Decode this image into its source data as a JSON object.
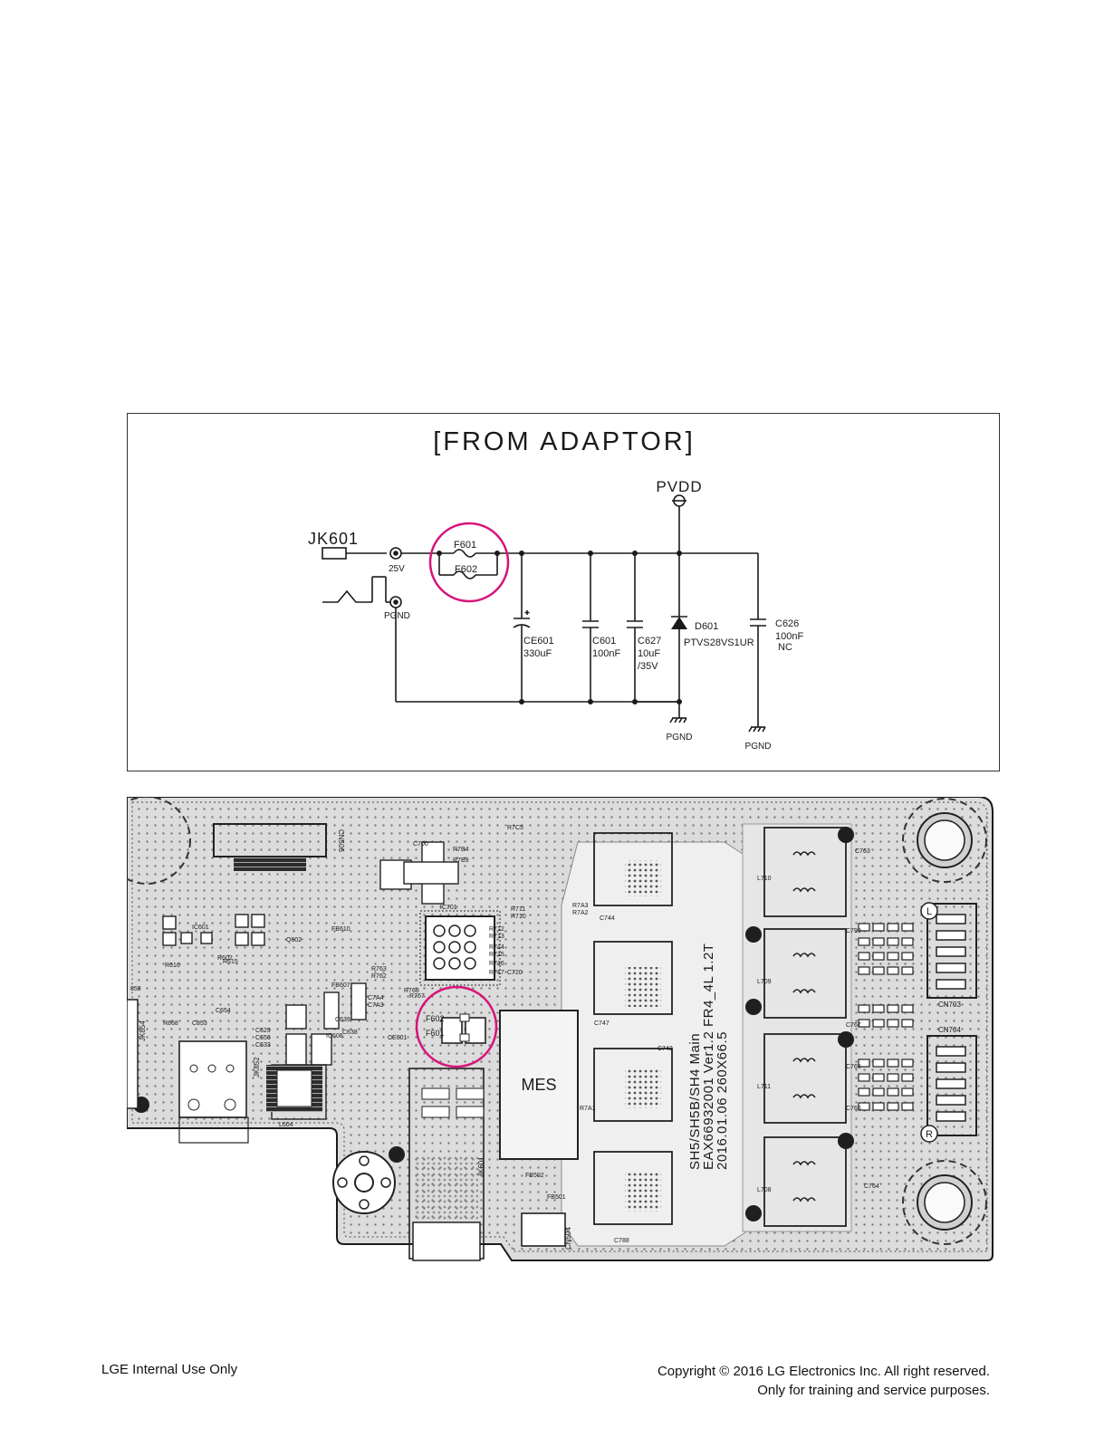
{
  "schematic": {
    "title": "[FROM ADAPTOR]",
    "power_rail": "PVDD",
    "jack": {
      "ref": "JK601",
      "pin_power": "25V",
      "pin_ground": "PGND"
    },
    "fuses": [
      "F601",
      "F602"
    ],
    "components": [
      {
        "ref": "CE601",
        "value": "330uF"
      },
      {
        "ref": "C601",
        "value": "100nF"
      },
      {
        "ref": "C627",
        "value": "10uF",
        "value2": "/35V"
      },
      {
        "ref": "D601",
        "value": "PTVS28VS1UR"
      },
      {
        "ref": "C626",
        "value": "100nF",
        "value2": "NC"
      }
    ],
    "ground_labels": [
      "PGND",
      "PGND"
    ],
    "highlight_color": "#d6147a"
  },
  "pcb": {
    "board_text": [
      "SH5/SH5B/SH4 Main",
      "EAX66932001 Ver1.2 FR4_4L 1.2T",
      "2016.01.06 260X66.5"
    ],
    "chip_label": "MES",
    "highlight_labels": [
      "F602",
      "F601"
    ],
    "connector_labels": [
      "CN703",
      "CN704",
      "CN504",
      "CN506",
      "JK601",
      "JK854",
      "JK852"
    ],
    "ref_labels": [
      {
        "t": "C700"
      },
      {
        "t": "IC701"
      },
      {
        "t": "IC601"
      },
      {
        "t": "IC608"
      },
      {
        "t": "C744"
      },
      {
        "t": "C747"
      },
      {
        "t": "C742"
      },
      {
        "t": "C788"
      },
      {
        "t": "L710"
      },
      {
        "t": "L709"
      },
      {
        "t": "L711"
      },
      {
        "t": "L708"
      },
      {
        "t": "C763"
      },
      {
        "t": "C764"
      },
      {
        "t": "C765"
      },
      {
        "t": "C766"
      },
      {
        "t": "C767"
      },
      {
        "t": "C799"
      },
      {
        "t": "R868"
      },
      {
        "t": "C853"
      },
      {
        "t": "L604"
      },
      {
        "t": "CE601"
      },
      {
        "t": "FB501"
      },
      {
        "t": "FB502"
      },
      {
        "t": "C638"
      },
      {
        "t": "C639"
      },
      {
        "t": "R602"
      },
      {
        "t": "Q602"
      },
      {
        "t": "R7C5"
      },
      {
        "t": "R7B4"
      },
      {
        "t": "R7B9"
      },
      {
        "t": "R711"
      },
      {
        "t": "R710"
      },
      {
        "t": "R712"
      },
      {
        "t": "R713"
      },
      {
        "t": "R714"
      },
      {
        "t": "R715"
      },
      {
        "t": "R716"
      },
      {
        "t": "R717"
      },
      {
        "t": "R7A1"
      },
      {
        "t": "R7A2"
      },
      {
        "t": "R7A3"
      },
      {
        "t": "C720"
      },
      {
        "t": "R763"
      },
      {
        "t": "R762"
      },
      {
        "t": "R767"
      },
      {
        "t": "R768"
      },
      {
        "t": "C7A4"
      },
      {
        "t": "C7A3"
      },
      {
        "t": "FB610"
      },
      {
        "t": "FB607"
      },
      {
        "t": "R615"
      },
      {
        "t": "R616"
      },
      {
        "t": "C654"
      },
      {
        "t": "C629"
      },
      {
        "t": "C656"
      },
      {
        "t": "C633"
      },
      {
        "t": "858"
      }
    ],
    "mark_L": "L",
    "mark_R": "R"
  },
  "footer": {
    "left": "LGE Internal Use Only",
    "right_line1": "Copyright © 2016 LG Electronics Inc. All right reserved.",
    "right_line2": "Only for training and service purposes."
  }
}
